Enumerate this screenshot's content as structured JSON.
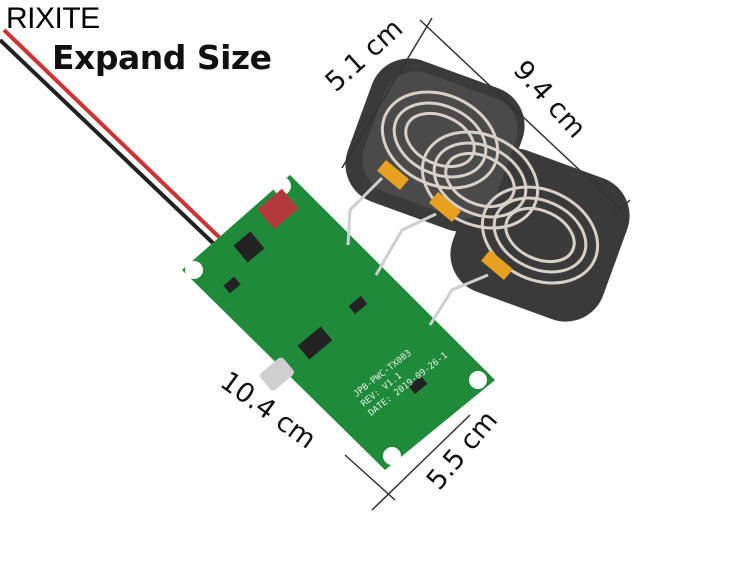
{
  "brand": "RIXITE",
  "headline": "Expand Size",
  "dimensions": {
    "coil_width": "5.1 cm",
    "coil_length": "9.4 cm",
    "board_length": "10.4 cm",
    "board_width": "5.5 cm"
  },
  "board_silkscreen": {
    "model": "JPB-PWC-TX003",
    "rev": "REV: V1.1",
    "date": "DATE: 2019-09-26-1"
  },
  "colors": {
    "pcb": "#1f8a3a",
    "coil_copper": "#d9d0c8",
    "ferrite": "#3a3a3a",
    "kapton": "#e8a020"
  }
}
